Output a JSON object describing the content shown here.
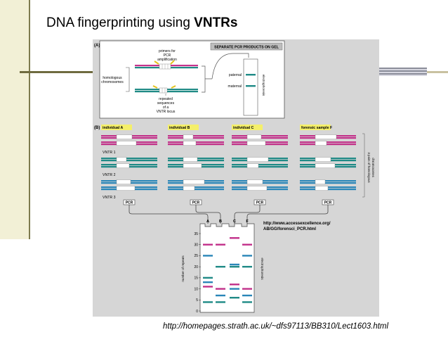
{
  "slide": {
    "title_prefix": "DNA fingerprinting using ",
    "title_bold": "VNTRs",
    "credit": "http://homepages.strath.ac.uk/~dfs97113/BB310/Lect1603.html"
  },
  "panel_a": {
    "label": "(A)",
    "header": "SEPARATE PCR PRODUCTS ON GEL",
    "primers_label": [
      "primers for",
      "PCR",
      "amplification"
    ],
    "homologous_label": [
      "homologous",
      "chromosomes"
    ],
    "repeated_label": [
      "repeated",
      "sequences",
      "of a",
      "VNTR locus"
    ],
    "paternal": "paternal",
    "maternal": "maternal",
    "electrophoresis": "electrophoresis"
  },
  "panel_b": {
    "label": "(B)",
    "individuals": [
      "individual A",
      "individual B",
      "individual C",
      "forensic sample F"
    ],
    "vntr_labels": [
      "VNTR 1",
      "VNTR 2",
      "VNTR 3"
    ],
    "side_label": [
      "3 pairs of homologous",
      "chromosomes"
    ],
    "pcr": "PCR",
    "lanes": [
      "A",
      "B",
      "C",
      "F"
    ],
    "url": [
      "http://www.accessexcellence.org/",
      "AB/GG/forensci_PCR.html"
    ],
    "y_axis_label": "number of repeats",
    "y_ticks": [
      35,
      30,
      25,
      20,
      15,
      10,
      5,
      0
    ],
    "electrophoresis": "electrophoresis"
  },
  "colors": {
    "magenta": "#c2318a",
    "teal": "#1f8a86",
    "blue": "#2a86b8",
    "highlight": "#f4ef6a",
    "figure_bg": "#d6d6d6",
    "left_bar": "#f2f0d6"
  }
}
